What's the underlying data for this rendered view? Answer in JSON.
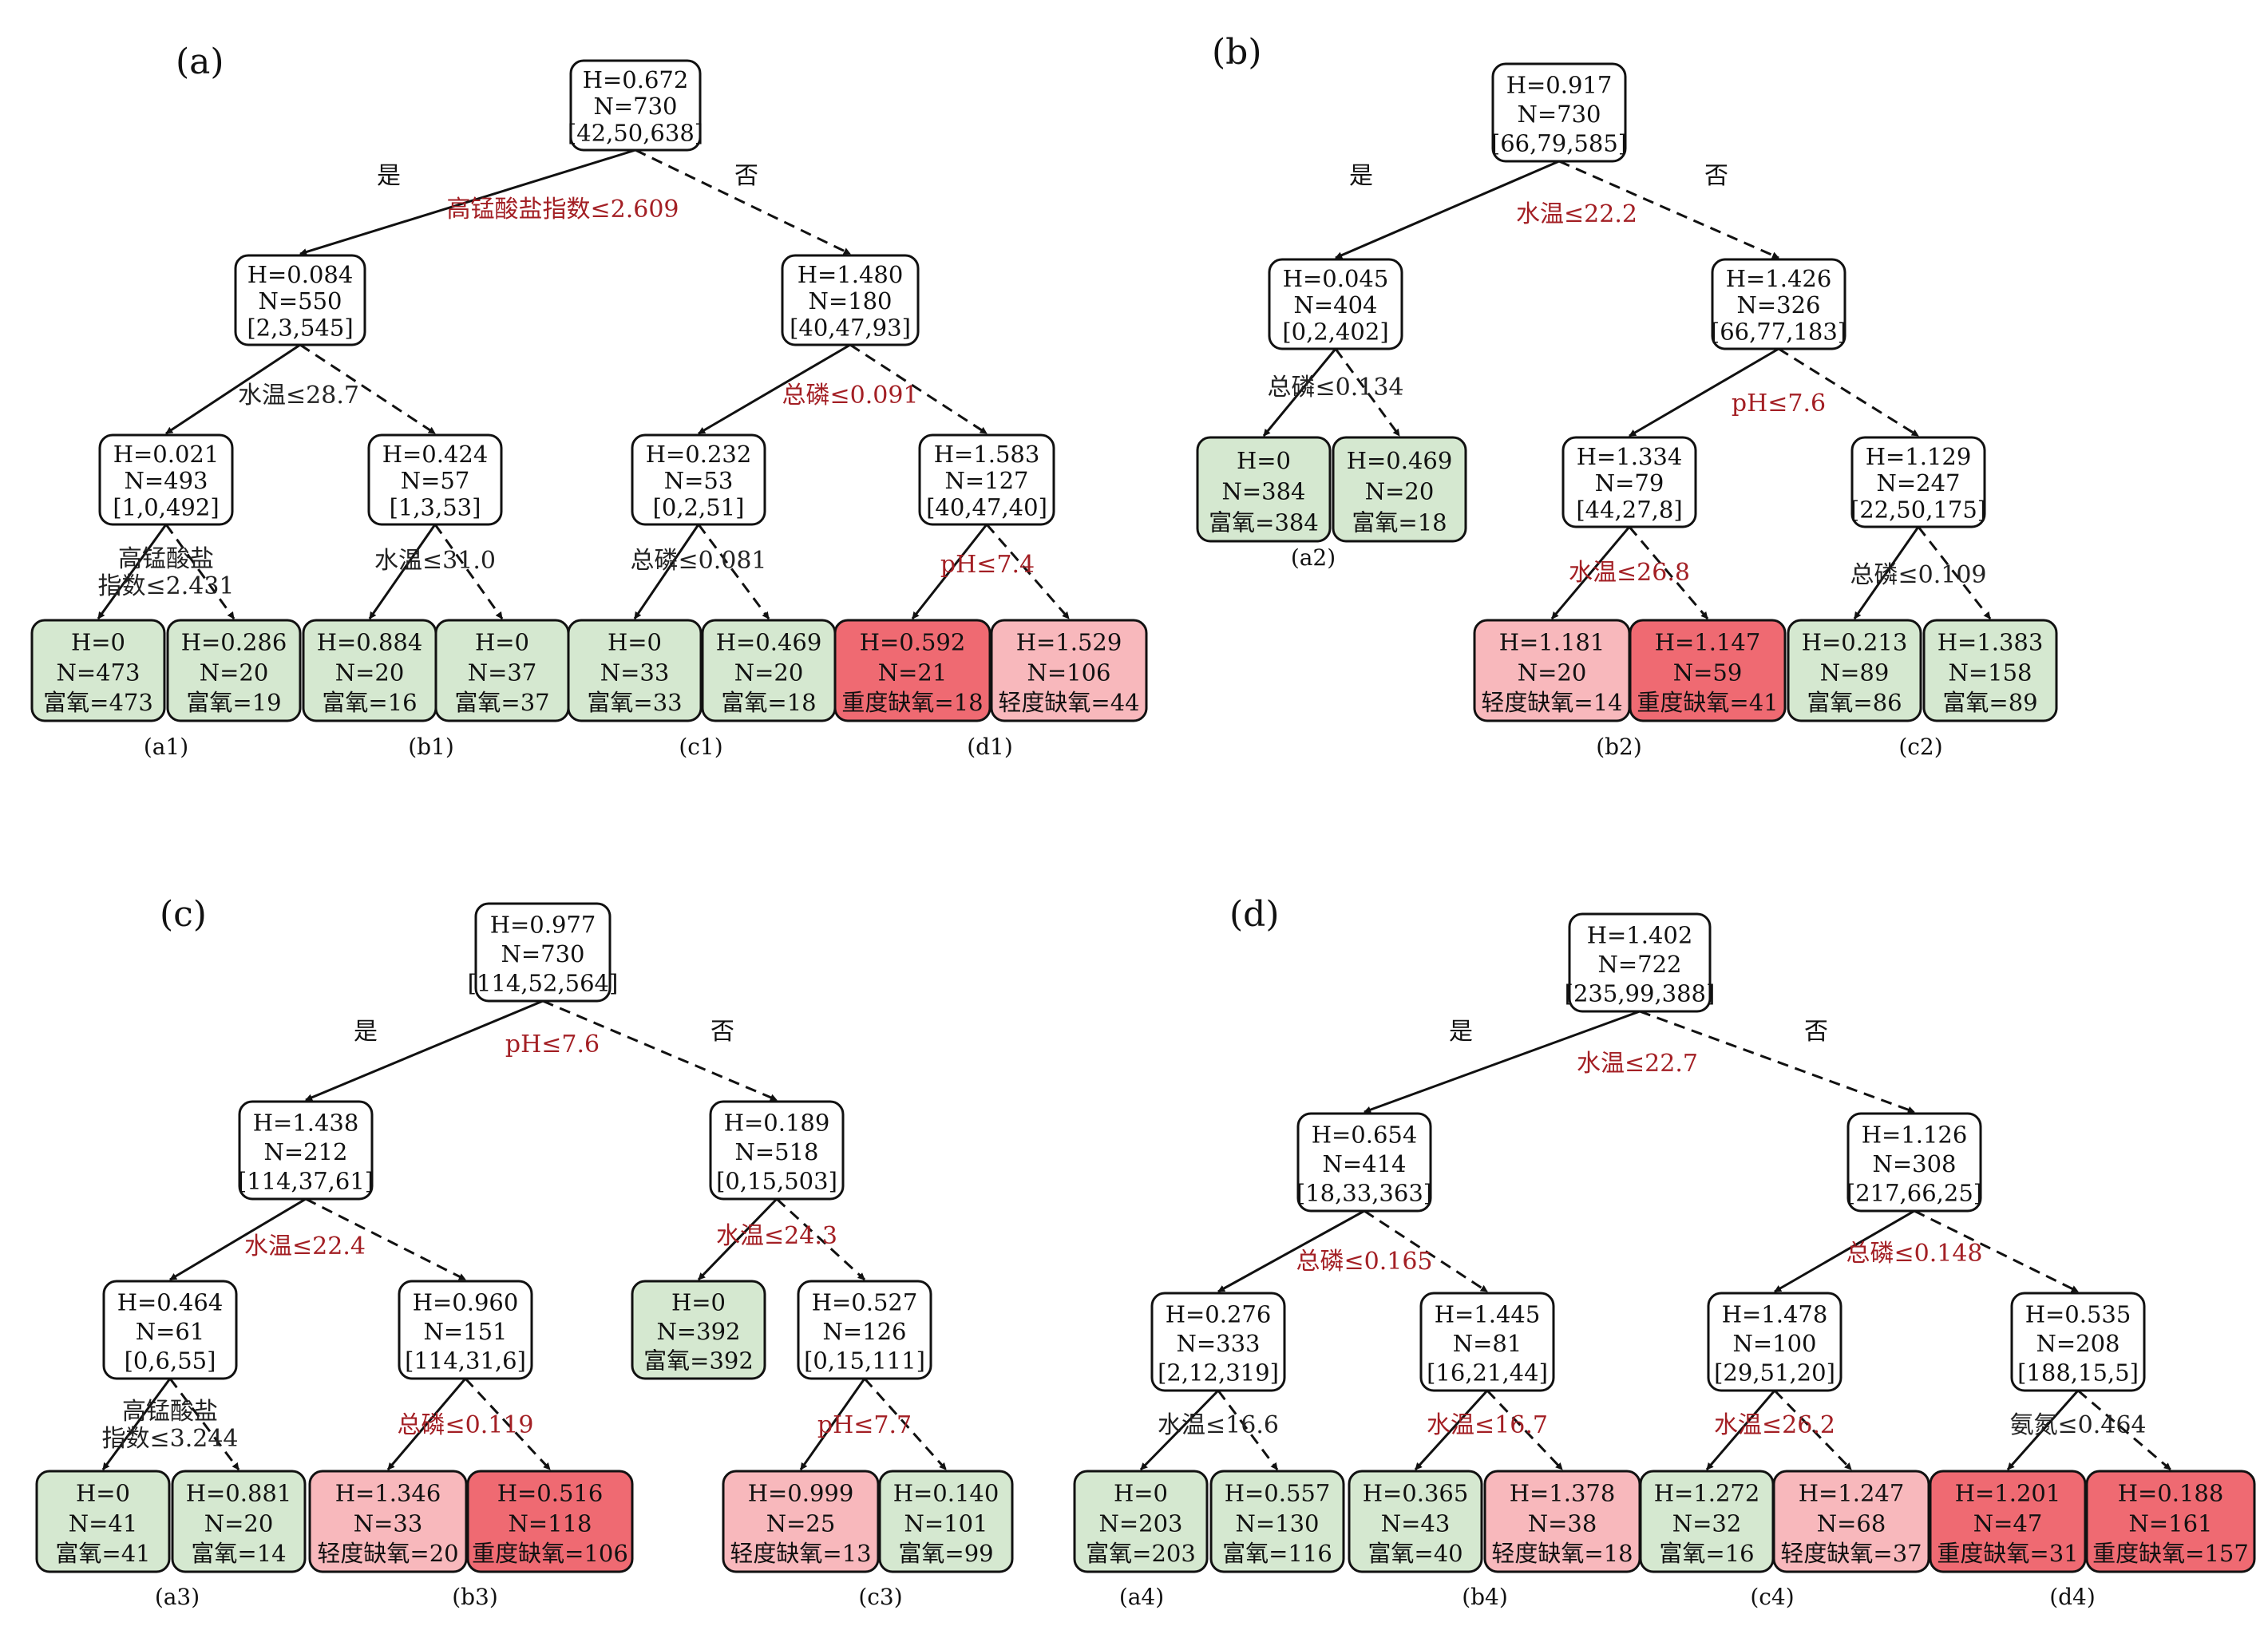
{
  "colors": {
    "node_white": "#ffffff",
    "leaf_green": "#d5e8d0",
    "leaf_pink": "#f8b8bc",
    "leaf_red": "#ef6a72",
    "cond_red": "#a31f24",
    "cond_dark": "#222222",
    "stroke": "#111111"
  },
  "panels": [
    {
      "letter": "(a)",
      "branch_yes": "是",
      "branch_no": "否",
      "nodes": [
        {
          "id": "a_root",
          "lines": [
            "H=0.672",
            "N=730",
            "[42,50,638]"
          ],
          "fill": "white"
        },
        {
          "id": "a_L",
          "lines": [
            "H=0.084",
            "N=550",
            "[2,3,545]"
          ],
          "fill": "white"
        },
        {
          "id": "a_R",
          "lines": [
            "H=1.480",
            "N=180",
            "[40,47,93]"
          ],
          "fill": "white"
        },
        {
          "id": "a_LL",
          "lines": [
            "H=0.021",
            "N=493",
            "[1,0,492]"
          ],
          "fill": "white"
        },
        {
          "id": "a_LR",
          "lines": [
            "H=0.424",
            "N=57",
            "[1,3,53]"
          ],
          "fill": "white"
        },
        {
          "id": "a_RL",
          "lines": [
            "H=0.232",
            "N=53",
            "[0,2,51]"
          ],
          "fill": "white"
        },
        {
          "id": "a_RR",
          "lines": [
            "H=1.583",
            "N=127",
            "[40,47,40]"
          ],
          "fill": "white"
        },
        {
          "id": "a_l1",
          "lines": [
            "H=0",
            "N=473",
            "富氧=473"
          ],
          "fill": "green"
        },
        {
          "id": "a_l2",
          "lines": [
            "H=0.286",
            "N=20",
            "富氧=19"
          ],
          "fill": "green"
        },
        {
          "id": "a_l3",
          "lines": [
            "H=0.884",
            "N=20",
            "富氧=16"
          ],
          "fill": "green"
        },
        {
          "id": "a_l4",
          "lines": [
            "H=0",
            "N=37",
            "富氧=37"
          ],
          "fill": "green"
        },
        {
          "id": "a_l5",
          "lines": [
            "H=0",
            "N=33",
            "富氧=33"
          ],
          "fill": "green"
        },
        {
          "id": "a_l6",
          "lines": [
            "H=0.469",
            "N=20",
            "富氧=18"
          ],
          "fill": "green"
        },
        {
          "id": "a_l7",
          "lines": [
            "H=0.592",
            "N=21",
            "重度缺氧=18"
          ],
          "fill": "red"
        },
        {
          "id": "a_l8",
          "lines": [
            "H=1.529",
            "N=106",
            "轻度缺氧=44"
          ],
          "fill": "pink"
        }
      ],
      "conditions": [
        {
          "id": "a_root",
          "lines": [
            "高锰酸盐指数≤2.609"
          ],
          "color": "red"
        },
        {
          "id": "a_L",
          "lines": [
            "水温≤28.7"
          ],
          "color": "dark"
        },
        {
          "id": "a_R",
          "lines": [
            "总磷≤0.091"
          ],
          "color": "red"
        },
        {
          "id": "a_LL",
          "lines": [
            "高锰酸盐",
            "指数≤2.431"
          ],
          "color": "dark"
        },
        {
          "id": "a_LR",
          "lines": [
            "水温≤31.0"
          ],
          "color": "dark"
        },
        {
          "id": "a_RL",
          "lines": [
            "总磷≤0.081"
          ],
          "color": "dark"
        },
        {
          "id": "a_RR",
          "lines": [
            "pH≤7.4"
          ],
          "color": "red"
        }
      ],
      "labels": [
        "(a1)",
        "(b1)",
        "(c1)",
        "(d1)"
      ]
    },
    {
      "letter": "(b)",
      "branch_yes": "是",
      "branch_no": "否",
      "nodes": [
        {
          "id": "b_root",
          "lines": [
            "H=0.917",
            "N=730",
            "[66,79,585]"
          ],
          "fill": "white"
        },
        {
          "id": "b_L",
          "lines": [
            "H=0.045",
            "N=404",
            "[0,2,402]"
          ],
          "fill": "white"
        },
        {
          "id": "b_R",
          "lines": [
            "H=1.426",
            "N=326",
            "[66,77,183]"
          ],
          "fill": "white"
        },
        {
          "id": "b_LL",
          "lines": [
            "H=0",
            "N=384",
            "富氧=384"
          ],
          "fill": "green"
        },
        {
          "id": "b_LR",
          "lines": [
            "H=0.469",
            "N=20",
            "富氧=18"
          ],
          "fill": "green"
        },
        {
          "id": "b_RL",
          "lines": [
            "H=1.334",
            "N=79",
            "[44,27,8]"
          ],
          "fill": "white"
        },
        {
          "id": "b_RR",
          "lines": [
            "H=1.129",
            "N=247",
            "[22,50,175]"
          ],
          "fill": "white"
        },
        {
          "id": "b_l1",
          "lines": [
            "H=1.181",
            "N=20",
            "轻度缺氧=14"
          ],
          "fill": "pink"
        },
        {
          "id": "b_l2",
          "lines": [
            "H=1.147",
            "N=59",
            "重度缺氧=41"
          ],
          "fill": "red"
        },
        {
          "id": "b_l3",
          "lines": [
            "H=0.213",
            "N=89",
            "富氧=86"
          ],
          "fill": "green"
        },
        {
          "id": "b_l4",
          "lines": [
            "H=1.383",
            "N=158",
            "富氧=89"
          ],
          "fill": "green"
        }
      ],
      "conditions": [
        {
          "id": "b_root",
          "lines": [
            "水温≤22.2"
          ],
          "color": "red"
        },
        {
          "id": "b_L",
          "lines": [
            "总磷≤0.134"
          ],
          "color": "dark"
        },
        {
          "id": "b_R",
          "lines": [
            "pH≤7.6"
          ],
          "color": "red"
        },
        {
          "id": "b_RL",
          "lines": [
            "水温≤26.8"
          ],
          "color": "red"
        },
        {
          "id": "b_RR",
          "lines": [
            "总磷≤0.109"
          ],
          "color": "dark"
        }
      ],
      "labels": [
        "(a2)",
        "(b2)",
        "(c2)"
      ]
    },
    {
      "letter": "(c)",
      "branch_yes": "是",
      "branch_no": "否",
      "nodes": [
        {
          "id": "c_root",
          "lines": [
            "H=0.977",
            "N=730",
            "[114,52,564]"
          ],
          "fill": "white"
        },
        {
          "id": "c_L",
          "lines": [
            "H=1.438",
            "N=212",
            "[114,37,61]"
          ],
          "fill": "white"
        },
        {
          "id": "c_R",
          "lines": [
            "H=0.189",
            "N=518",
            "[0,15,503]"
          ],
          "fill": "white"
        },
        {
          "id": "c_LL",
          "lines": [
            "H=0.464",
            "N=61",
            "[0,6,55]"
          ],
          "fill": "white"
        },
        {
          "id": "c_LR",
          "lines": [
            "H=0.960",
            "N=151",
            "[114,31,6]"
          ],
          "fill": "white"
        },
        {
          "id": "c_RL",
          "lines": [
            "H=0",
            "N=392",
            "富氧=392"
          ],
          "fill": "green"
        },
        {
          "id": "c_RR",
          "lines": [
            "H=0.527",
            "N=126",
            "[0,15,111]"
          ],
          "fill": "white"
        },
        {
          "id": "c_l1",
          "lines": [
            "H=0",
            "N=41",
            "富氧=41"
          ],
          "fill": "green"
        },
        {
          "id": "c_l2",
          "lines": [
            "H=0.881",
            "N=20",
            "富氧=14"
          ],
          "fill": "green"
        },
        {
          "id": "c_l3",
          "lines": [
            "H=1.346",
            "N=33",
            "轻度缺氧=20"
          ],
          "fill": "pink"
        },
        {
          "id": "c_l4",
          "lines": [
            "H=0.516",
            "N=118",
            "重度缺氧=106"
          ],
          "fill": "red"
        },
        {
          "id": "c_l5",
          "lines": [
            "H=0.999",
            "N=25",
            "轻度缺氧=13"
          ],
          "fill": "pink"
        },
        {
          "id": "c_l6",
          "lines": [
            "H=0.140",
            "N=101",
            "富氧=99"
          ],
          "fill": "green"
        }
      ],
      "conditions": [
        {
          "id": "c_root",
          "lines": [
            "pH≤7.6"
          ],
          "color": "red"
        },
        {
          "id": "c_L",
          "lines": [
            "水温≤22.4"
          ],
          "color": "red"
        },
        {
          "id": "c_R",
          "lines": [
            "水温≤24.3"
          ],
          "color": "red"
        },
        {
          "id": "c_LL",
          "lines": [
            "高锰酸盐",
            "指数≤3.244"
          ],
          "color": "dark"
        },
        {
          "id": "c_LR",
          "lines": [
            "总磷≤0.119"
          ],
          "color": "red"
        },
        {
          "id": "c_RR",
          "lines": [
            "pH≤7.7"
          ],
          "color": "red"
        }
      ],
      "labels": [
        "(a3)",
        "(b3)",
        "(c3)"
      ]
    },
    {
      "letter": "(d)",
      "branch_yes": "是",
      "branch_no": "否",
      "nodes": [
        {
          "id": "d_root",
          "lines": [
            "H=1.402",
            "N=722",
            "[235,99,388]"
          ],
          "fill": "white"
        },
        {
          "id": "d_L",
          "lines": [
            "H=0.654",
            "N=414",
            "[18,33,363]"
          ],
          "fill": "white"
        },
        {
          "id": "d_R",
          "lines": [
            "H=1.126",
            "N=308",
            "[217,66,25]"
          ],
          "fill": "white"
        },
        {
          "id": "d_LL",
          "lines": [
            "H=0.276",
            "N=333",
            "[2,12,319]"
          ],
          "fill": "white"
        },
        {
          "id": "d_LR",
          "lines": [
            "H=1.445",
            "N=81",
            "[16,21,44]"
          ],
          "fill": "white"
        },
        {
          "id": "d_RL",
          "lines": [
            "H=1.478",
            "N=100",
            "[29,51,20]"
          ],
          "fill": "white"
        },
        {
          "id": "d_RR",
          "lines": [
            "H=0.535",
            "N=208",
            "[188,15,5]"
          ],
          "fill": "white"
        },
        {
          "id": "d_l1",
          "lines": [
            "H=0",
            "N=203",
            "富氧=203"
          ],
          "fill": "green"
        },
        {
          "id": "d_l2",
          "lines": [
            "H=0.557",
            "N=130",
            "富氧=116"
          ],
          "fill": "green"
        },
        {
          "id": "d_l3",
          "lines": [
            "H=0.365",
            "N=43",
            "富氧=40"
          ],
          "fill": "green"
        },
        {
          "id": "d_l4",
          "lines": [
            "H=1.378",
            "N=38",
            "轻度缺氧=18"
          ],
          "fill": "pink"
        },
        {
          "id": "d_l5",
          "lines": [
            "H=1.272",
            "N=32",
            "富氧=16"
          ],
          "fill": "green"
        },
        {
          "id": "d_l6",
          "lines": [
            "H=1.247",
            "N=68",
            "轻度缺氧=37"
          ],
          "fill": "pink"
        },
        {
          "id": "d_l7",
          "lines": [
            "H=1.201",
            "N=47",
            "重度缺氧=31"
          ],
          "fill": "red"
        },
        {
          "id": "d_l8",
          "lines": [
            "H=0.188",
            "N=161",
            "重度缺氧=157"
          ],
          "fill": "red"
        }
      ],
      "conditions": [
        {
          "id": "d_root",
          "lines": [
            "水温≤22.7"
          ],
          "color": "red"
        },
        {
          "id": "d_L",
          "lines": [
            "总磷≤0.165"
          ],
          "color": "red"
        },
        {
          "id": "d_R",
          "lines": [
            "总磷≤0.148"
          ],
          "color": "red"
        },
        {
          "id": "d_LL",
          "lines": [
            "水温≤16.6"
          ],
          "color": "dark"
        },
        {
          "id": "d_LR",
          "lines": [
            "水温≤16.7"
          ],
          "color": "red"
        },
        {
          "id": "d_RL",
          "lines": [
            "水温≤26.2"
          ],
          "color": "red"
        },
        {
          "id": "d_RR",
          "lines": [
            "氨氮≤0.464"
          ],
          "color": "dark"
        }
      ],
      "labels": [
        "(a4)",
        "(b4)",
        "(c4)",
        "(d4)"
      ]
    }
  ]
}
